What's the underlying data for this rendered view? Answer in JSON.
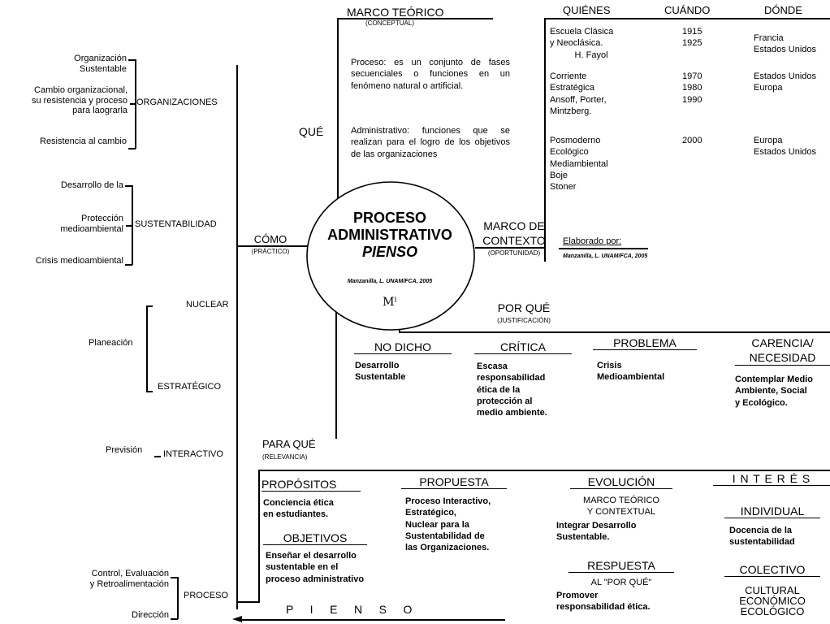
{
  "left": {
    "org_items": [
      "Organización\nSustentable",
      "Cambio organizacional,\nsu resistencia y proceso\npara laograrla",
      "Resistencia al cambio"
    ],
    "org_label": "ORGANIZACIONES",
    "sust_items": [
      "Desarrollo de la",
      "Protección\nmedioambiental",
      "Crisis medioambiental"
    ],
    "sust_label": "SUSTENTABILIDAD",
    "nuclear": "NUCLEAR",
    "planeacion": "Planeación",
    "estrategico": "ESTRATÉGICO",
    "prevision": "Previsión",
    "interactivo": "INTERACTIVO",
    "proceso_items": [
      "Control, Evaluación\ny Retroalimentación",
      "Dirección"
    ],
    "proceso": "PROCESO"
  },
  "que": "QUÉ",
  "como": {
    "title": "CÓMO",
    "sub": "(PRÁCTICO)"
  },
  "marco_teorico": {
    "title": "MARCO TEÓRICO",
    "sub": "(CONCEPTUAL)",
    "p1": "Proceso: es un conjunto de fases secuenciales o funciones en un fenómeno natural o artificial.",
    "p2": "Administrativo: funciones que se realizan para el logro de los objetivos de las organizaciones"
  },
  "table": {
    "headers": [
      "QUIÉNES",
      "CUÁNDO",
      "DÓNDE"
    ],
    "quienes": [
      "Escuela Clásica\ny Neoclásica.\n          H. Fayol",
      "Corriente\nEstratégica\nAnsoff, Porter,\nMintzberg.",
      "Posmoderno\nEcológico\nMediambiental\nBoje\nStoner"
    ],
    "cuando": [
      "1915\n1925",
      "1970\n1980\n1990",
      "2000"
    ],
    "donde": [
      "Francia\nEstados Unidos",
      "Estados Unidos\nEuropa",
      "Europa\nEstados Unidos"
    ]
  },
  "center": {
    "l1": "PROCESO",
    "l2": "ADMINISTRATIVO",
    "l3": "PIENSO",
    "credit": "Manzanilla, L. UNAM/FCA, 2005",
    "logo": "Mˡ"
  },
  "marco_contexto": {
    "l1": "MARCO DE",
    "l2": "CONTEXTO",
    "sub": "(OPORTUNIDAD)"
  },
  "elaborado": {
    "label": "Elaborado por:",
    "credit": "Manzanilla, L. UNAM/FCA, 2005"
  },
  "por_que": {
    "title": "POR QUÉ",
    "sub": "(JUSTIFICACIÓN)"
  },
  "justificacion": {
    "no_dicho": {
      "title": "NO DICHO",
      "text": "Desarrollo\nSustentable"
    },
    "critica": {
      "title": "CRÍTICA",
      "text": "Escasa\nresponsabilidad\nética de la\nprotección al\nmedio ambiente."
    },
    "problema": {
      "title": "PROBLEMA",
      "text": "Crisis\nMedioambiental"
    },
    "carencia": {
      "title": "CARENCIA/\nNECESIDAD",
      "text": "Contemplar Medio\nAmbiente, Social\ny Ecológico."
    }
  },
  "para_que": {
    "title": "PARA QUÉ",
    "sub": "(RELEVANCIA)"
  },
  "relevancia": {
    "propositos": {
      "title": "PROPÓSITOS",
      "text": "Conciencia ética\nen estudiantes."
    },
    "objetivos": {
      "title": "OBJETIVOS",
      "text": "Enseñar el desarrollo\nsustentable en el\nproceso administrativo"
    },
    "propuesta": {
      "title": "PROPUESTA",
      "text": "Proceso Interactivo,\nEstratégico,\nNuclear para la\nSustentabilidad de\nlas Organizaciones."
    },
    "evolucion": {
      "title": "EVOLUCIÓN",
      "sub": "MARCO TEÓRICO\nY CONTEXTUAL",
      "text": "Integrar Desarrollo\nSustentable."
    },
    "respuesta": {
      "title": "RESPUESTA",
      "sub": "AL \"POR QUÉ\"",
      "text": "Promover\nresponsabilidad ética."
    },
    "interes": "I N T E R É S",
    "individual": {
      "title": "INDIVIDUAL",
      "text": "Docencia de la\nsustentabilidad"
    },
    "colectivo": {
      "title": "COLECTIVO",
      "text": "CULTURAL\nECONÓMICO\nECOLÓGICO"
    }
  },
  "pienso_bottom": "P    I    E    N    S    O"
}
